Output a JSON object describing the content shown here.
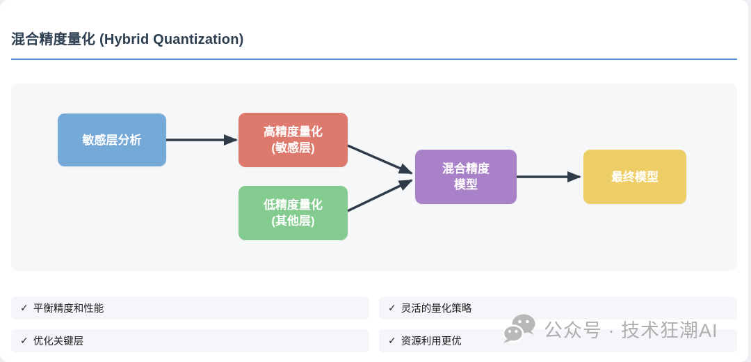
{
  "page": {
    "title": "混合精度量化 (Hybrid Quantization)",
    "accent_color": "#5b9bd5"
  },
  "diagram": {
    "arrow_color": "#2f3b49",
    "nodes": [
      {
        "id": "sensitive-layer-analysis",
        "label_lines": [
          "敏感层分析"
        ],
        "color": "#74a9d8"
      },
      {
        "id": "high-precision-quant",
        "label_lines": [
          "高精度量化",
          "(敏感层)"
        ],
        "color": "#dd7a6d"
      },
      {
        "id": "low-precision-quant",
        "label_lines": [
          "低精度量化",
          "(其他层)"
        ],
        "color": "#83cb8e"
      },
      {
        "id": "hybrid-precision-model",
        "label_lines": [
          "混合精度",
          "模型"
        ],
        "color": "#a981c8"
      },
      {
        "id": "final-model",
        "label_lines": [
          "最终模型"
        ],
        "color": "#eccd66"
      }
    ]
  },
  "features": {
    "check_glyph": "✓",
    "items": [
      {
        "label": "平衡精度和性能"
      },
      {
        "label": "灵活的量化策略"
      },
      {
        "label": "优化关键层"
      },
      {
        "label": "资源利用更优"
      }
    ]
  },
  "watermark": {
    "icon": "wechat-icon",
    "text": "公众号 · 技术狂潮AI"
  }
}
